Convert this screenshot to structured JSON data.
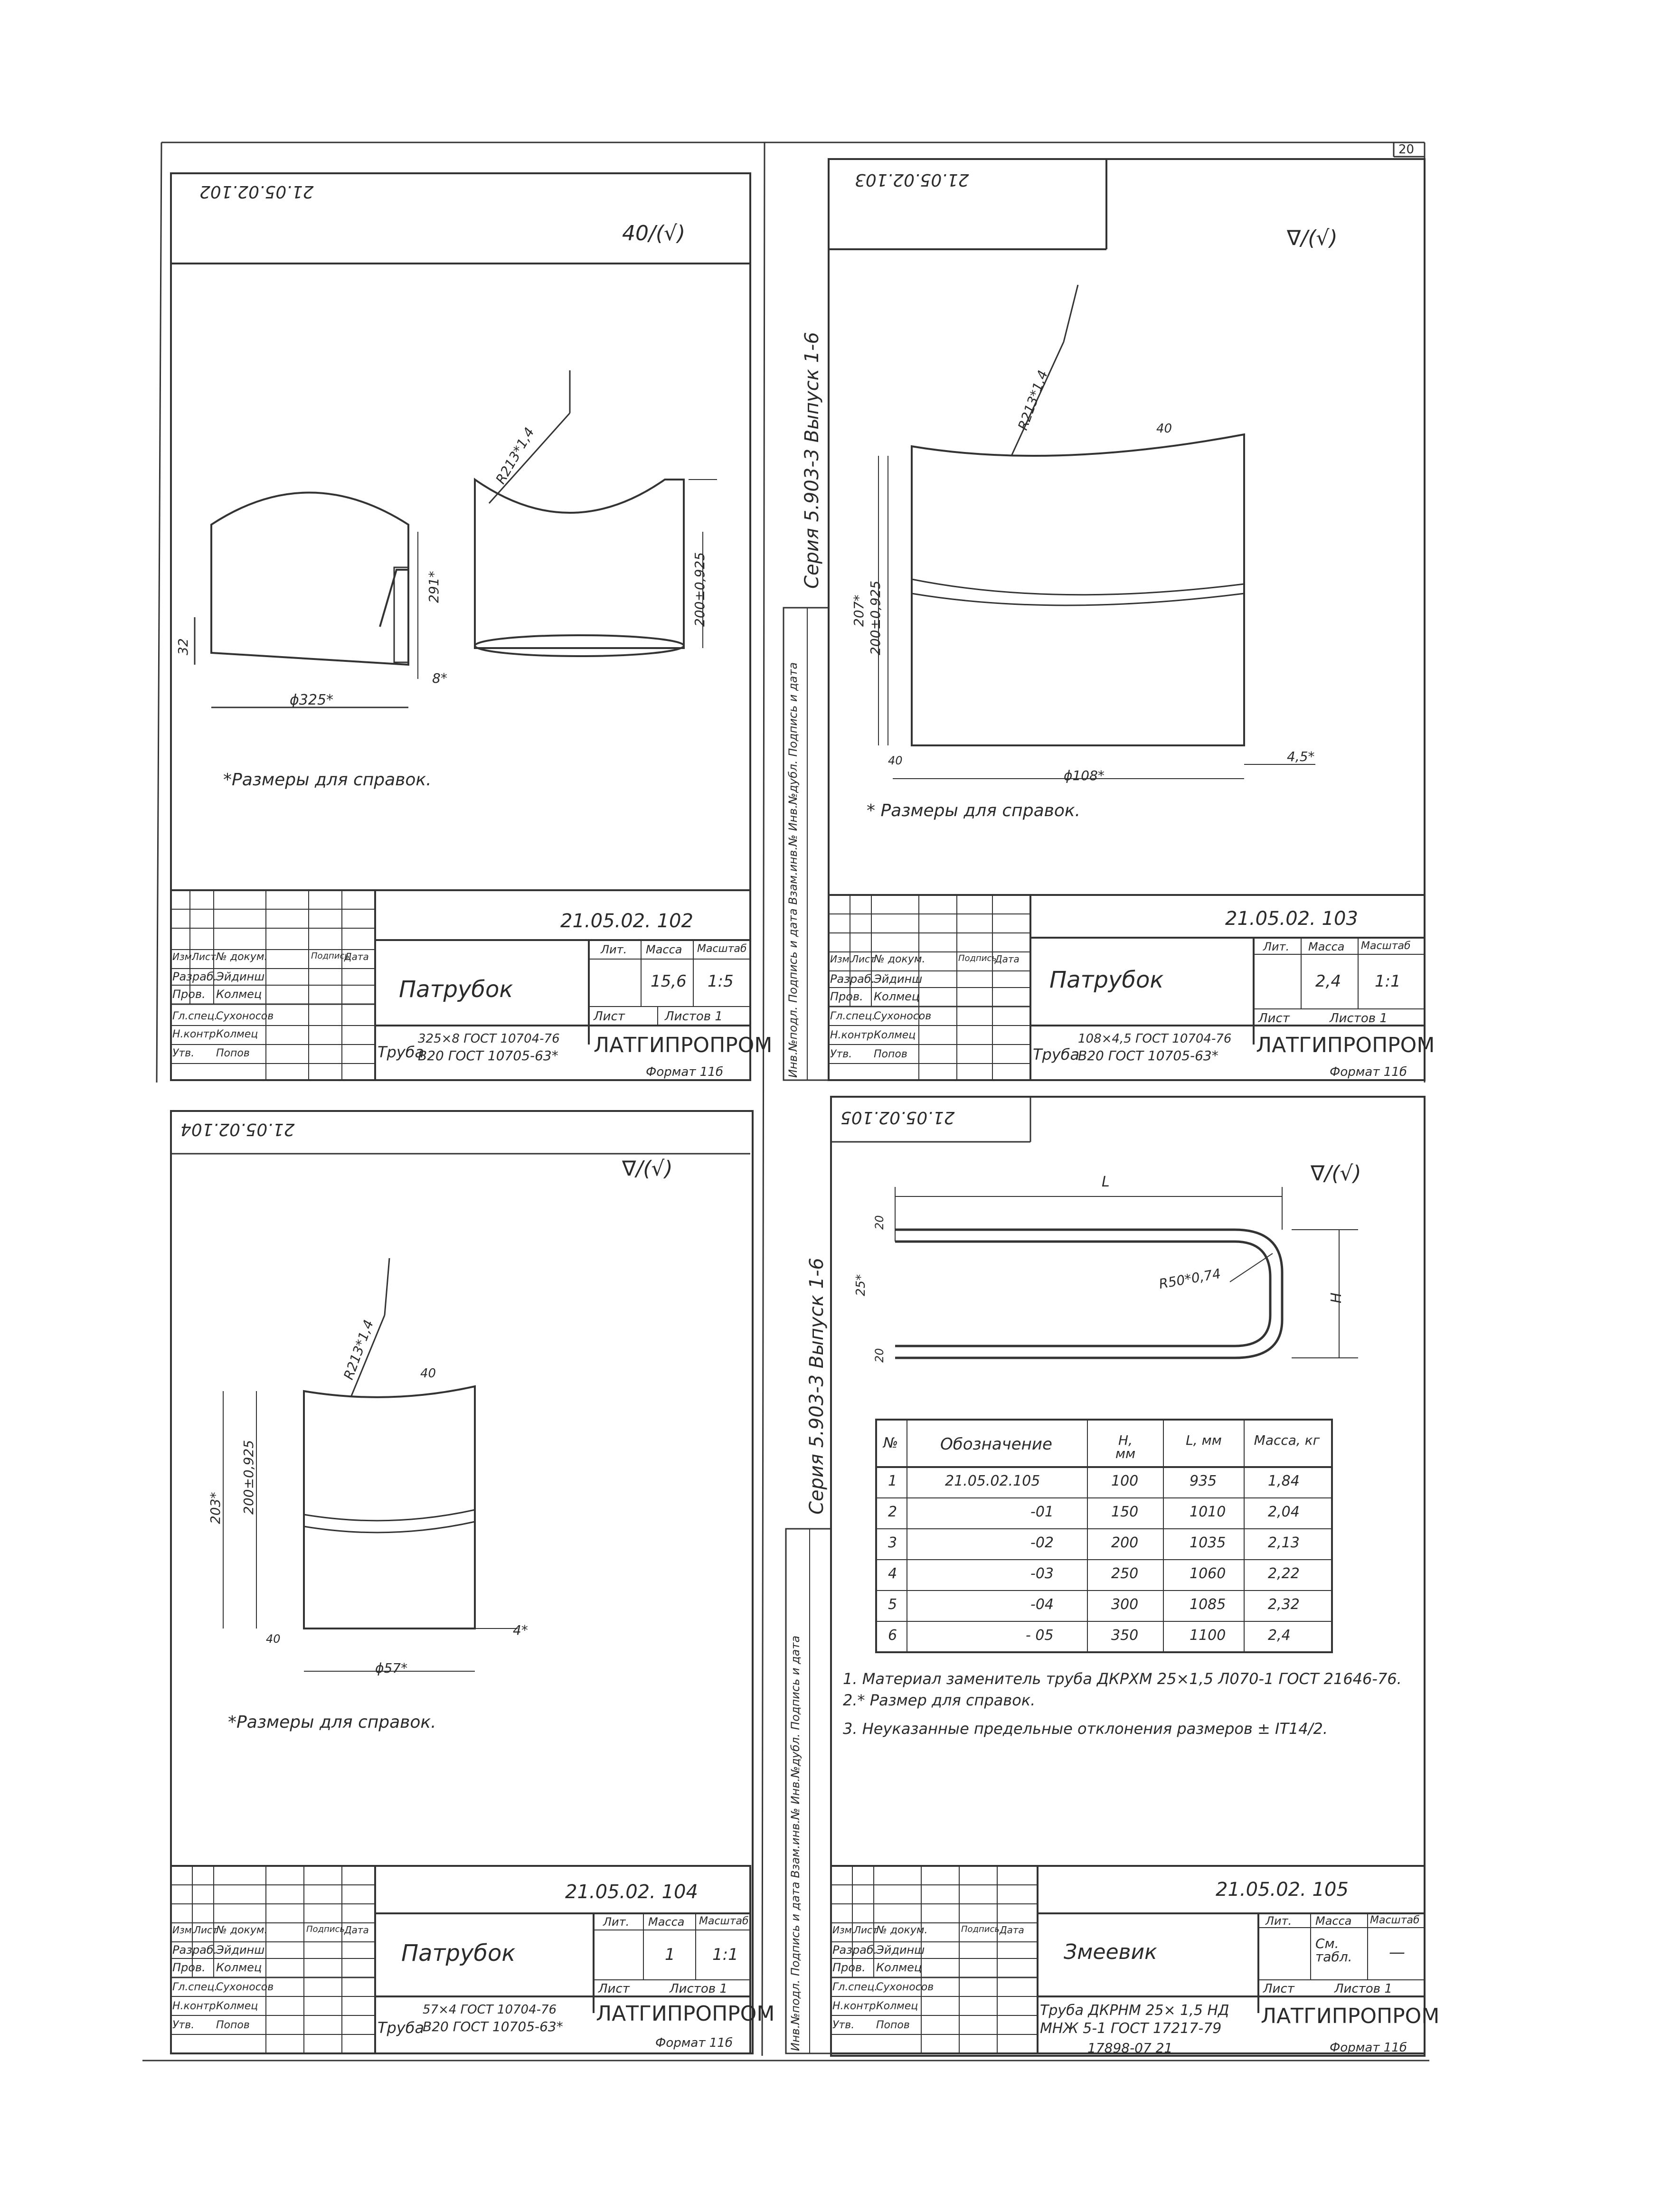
{
  "page_number": "20",
  "sheet_footer": "17898-07   21",
  "series_label": "Серия 5.903-3   Выпуск 1-6",
  "side_stamp": "Инв.№подл. Подпись и дата Взам.инв.№ Инв.№дубл. Подпись и дата",
  "frames": [
    {
      "code_flipped": "21.05.02.102",
      "code": "21.05.02. 102",
      "title": "Патрубок",
      "roughness": "40/(√)",
      "dim_radius": "R213*1,4",
      "dim_lines": [
        "32",
        "ϕ325*",
        "291*",
        "200±0,925",
        "8*"
      ],
      "note": "*Размеры для справок.",
      "lit_hdr": "Лит.",
      "mass_hdr": "Масса",
      "scale_hdr": "Масштаб",
      "mass": "15,6",
      "scale": "1:5",
      "sheet_hdr": "Лист",
      "sheets_hdr": "Листов 1",
      "material_prefix": "Труба",
      "material_l1": "325×8 ГОСТ 10704-76",
      "material_l2": "В20 ГОСТ 10705-63*",
      "org": "ЛАТГИПРОПРОМ",
      "format": "Формат 11б",
      "people": [
        [
          "Изм.",
          "Лист",
          "№ докум.",
          "Подпись",
          "Дата"
        ],
        [
          "Разраб.",
          "Эйдинш",
          "",
          "",
          ""
        ],
        [
          "Пров.",
          "Колмец",
          "",
          "",
          ""
        ],
        [
          "Гл.спец.",
          "Сухоносов",
          "",
          "",
          ""
        ],
        [
          "Н.контр.",
          "Колмец",
          "",
          "",
          ""
        ],
        [
          "Утв.",
          "Попов",
          "",
          "",
          ""
        ]
      ]
    },
    {
      "code_flipped": "21.05.02.103",
      "code": "21.05.02. 103",
      "title": "Патрубок",
      "roughness": "∇/(√)",
      "dim_radius": "R213*1,4",
      "dim_lines": [
        "40",
        "207*",
        "200±0,925",
        "40",
        "ϕ108*",
        "4,5*"
      ],
      "note": "* Размеры для справок.",
      "lit_hdr": "Лит.",
      "mass_hdr": "Масса",
      "scale_hdr": "Масштаб",
      "mass": "2,4",
      "scale": "1:1",
      "sheet_hdr": "Лист",
      "sheets_hdr": "Листов 1",
      "material_prefix": "Труба",
      "material_l1": "108×4,5 ГОСТ 10704-76",
      "material_l2": "В20 ГОСТ 10705-63*",
      "org": "ЛАТГИПРОПРОМ",
      "format": "Формат 11б",
      "people": [
        [
          "Изм.",
          "Лист",
          "№ докум.",
          "Подпись",
          "Дата"
        ],
        [
          "Разраб.",
          "Эйдинш",
          "",
          "",
          ""
        ],
        [
          "Пров.",
          "Колмец",
          "",
          "",
          ""
        ],
        [
          "Гл.спец.",
          "Сухоносов",
          "",
          "",
          ""
        ],
        [
          "Н.контр.",
          "Колмец",
          "",
          "",
          ""
        ],
        [
          "Утв.",
          "Попов",
          "",
          "",
          ""
        ]
      ]
    },
    {
      "code_flipped": "21.05.02.104",
      "code": "21.05.02. 104",
      "title": "Патрубок",
      "roughness": "∇/(√)",
      "dim_radius": "R213*1,4",
      "dim_lines": [
        "40",
        "203*",
        "200±0,925",
        "40",
        "ϕ57*",
        "4*"
      ],
      "note": "*Размеры для справок.",
      "lit_hdr": "Лит.",
      "mass_hdr": "Масса",
      "scale_hdr": "Масштаб",
      "mass": "1",
      "scale": "1:1",
      "sheet_hdr": "Лист",
      "sheets_hdr": "Листов 1",
      "material_prefix": "Труба",
      "material_l1": "57×4 ГОСТ 10704-76",
      "material_l2": "В20 ГОСТ 10705-63*",
      "org": "ЛАТГИПРОПРОМ",
      "format": "Формат 11б",
      "people": [
        [
          "Изм.",
          "Лист",
          "№ докум.",
          "Подпись",
          "Дата"
        ],
        [
          "Разраб.",
          "Эйдинш",
          "",
          "",
          ""
        ],
        [
          "Пров.",
          "Колмец",
          "",
          "",
          ""
        ],
        [
          "Гл.спец.",
          "Сухоносов",
          "",
          "",
          ""
        ],
        [
          "Н.контр.",
          "Колмец",
          "",
          "",
          ""
        ],
        [
          "Утв.",
          "Попов",
          "",
          "",
          ""
        ]
      ]
    },
    {
      "code_flipped": "21.05.02.105",
      "code": "21.05.02. 105",
      "title": "Змеевик",
      "roughness": "∇/(√)",
      "dim_radius": "R50*0,74",
      "dim_lines": [
        "L",
        "20",
        "25*",
        "20",
        "H"
      ],
      "lit_hdr": "Лит.",
      "mass_hdr": "Масса",
      "scale_hdr": "Масштаб",
      "mass": "См. табл.",
      "scale": "—",
      "sheet_hdr": "Лист",
      "sheets_hdr": "Листов 1",
      "material_prefix": "Труба",
      "material_l1": "Труба ДКРНМ 25× 1,5 НД",
      "material_l2": "МНЖ 5-1 ГОСТ 17217-79",
      "org": "ЛАТГИПРОПРОМ",
      "format": "Формат 11б",
      "table": {
        "headers": [
          "№",
          "Обозначение",
          "H, мм",
          "L, мм",
          "Масса, кг"
        ],
        "rows": [
          [
            "1",
            "21.05.02.105",
            "100",
            "935",
            "1,84"
          ],
          [
            "2",
            "-01",
            "150",
            "1010",
            "2,04"
          ],
          [
            "3",
            "-02",
            "200",
            "1035",
            "2,13"
          ],
          [
            "4",
            "-03",
            "250",
            "1060",
            "2,22"
          ],
          [
            "5",
            "-04",
            "300",
            "1085",
            "2,32"
          ],
          [
            "6",
            "- 05",
            "350",
            "1100",
            "2,4"
          ]
        ]
      },
      "notes": [
        "1. Материал заменитель труба ДКРХМ 25×1,5 Л070-1 ГОСТ 21646-76.",
        "2.* Размер для справок.",
        "3. Неуказанные предельные отклонения размеров ± IT14/2."
      ],
      "people": [
        [
          "Изм.",
          "Лист",
          "№ докум.",
          "Подпись",
          "Дата"
        ],
        [
          "Разраб.",
          "Эйдинш",
          "",
          "",
          ""
        ],
        [
          "Пров.",
          "Колмец",
          "",
          "",
          ""
        ],
        [
          "Гл.спец.",
          "Сухоносов",
          "",
          "",
          ""
        ],
        [
          "Н.контр.",
          "Колмец",
          "",
          "",
          ""
        ],
        [
          "Утв.",
          "Попов",
          "",
          "",
          ""
        ]
      ]
    }
  ]
}
